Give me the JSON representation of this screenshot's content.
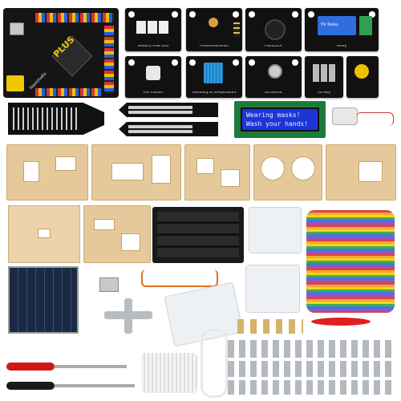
{
  "board": {
    "logo": "PLUS",
    "brand": "keyestudio"
  },
  "modules": {
    "rgb_led": "SK6812 RGB LED",
    "photo": "Photoresistance",
    "buzzer": "P.BUZZER",
    "relay": "Relay",
    "relay_sub": "5V Relay",
    "pir": "PIR motion",
    "dht": "Humidity & temperature",
    "ultra": "Ultrasonic",
    "buttons": "4D-Key",
    "pot": ""
  },
  "lcd": {
    "line1": "Wearing masks!",
    "line2": "Wash your hands!"
  },
  "colors": {
    "pcb": "#111111",
    "wood": "#e6c99b",
    "lcd_bg": "#1d35d6",
    "lcd_text": "#e8f0ff",
    "usb_yellow": "#f0c800",
    "screwdriver_red": "#d01818"
  }
}
